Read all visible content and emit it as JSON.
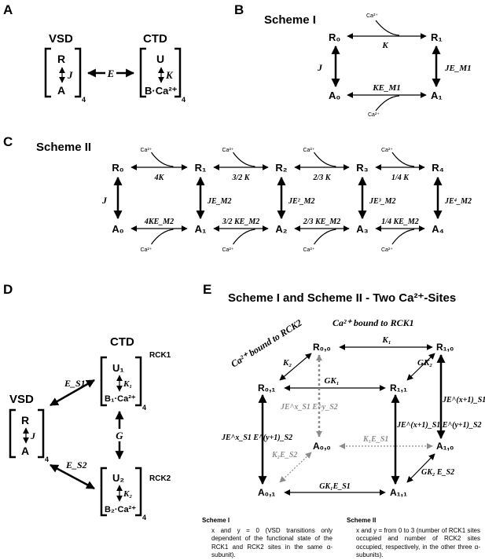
{
  "panels": [
    "A",
    "B",
    "C",
    "D",
    "E"
  ],
  "panel_a": {
    "vsd_title": "VSD",
    "ctd_title": "CTD",
    "vsd_top": "R",
    "vsd_bottom": "A",
    "vsd_const": "J",
    "vsd_sub": "4",
    "ctd_top": "U",
    "ctd_bottom": "B·Ca²⁺",
    "ctd_const": "K",
    "ctd_sub": "4",
    "coupling": "E"
  },
  "scheme1": {
    "title": "Scheme I",
    "r0": "R₀",
    "r1": "R₁",
    "a0": "A₀",
    "a1": "A₁",
    "ca_top": "Ca²⁺",
    "ca_bottom": "Ca²⁺",
    "k_top": "K",
    "k_bottom": "KE_M1",
    "j_left": "J",
    "j_right": "JE_M1"
  },
  "scheme2": {
    "title": "Scheme II",
    "r_states": [
      "R₀",
      "R₁",
      "R₂",
      "R₃",
      "R₄"
    ],
    "a_states": [
      "A₀",
      "A₁",
      "A₂",
      "A₃",
      "A₄"
    ],
    "top_labels": [
      "4K",
      "3/2 K",
      "2/3 K",
      "1/4 K"
    ],
    "bottom_labels": [
      "4KE_M2",
      "3/2 KE_M2",
      "2/3 KE_M2",
      "1/4 KE_M2"
    ],
    "vertical_labels": [
      "J",
      "JE_M2",
      "JE²_M2",
      "JE³_M2",
      "JE⁴_M2"
    ],
    "ca": "Ca²⁺"
  },
  "panel_d": {
    "ctd_title": "CTD",
    "vsd_title": "VSD",
    "rck1": "RCK1",
    "rck2": "RCK2",
    "u1": "U₁",
    "b1": "B₁·Ca²⁺",
    "k1": "K₁",
    "u2": "U₂",
    "b2": "B₂·Ca²⁺",
    "k2": "K₂",
    "r": "R",
    "a": "A",
    "j": "J",
    "sub": "4",
    "es1": "E_S1",
    "es2": "E_S2",
    "g": "G"
  },
  "panel_e": {
    "title": "Scheme I and Scheme II - Two Ca²⁺-Sites",
    "rck1_label": "Ca²⁺ bound to RCK1",
    "rck2_label": "Ca²⁺ bound to RCK2",
    "states": {
      "r00": "R₀,₀",
      "r10": "R₁,₀",
      "r01": "R₀,₁",
      "r11": "R₁,₁",
      "a00": "A₀,₀",
      "a10": "A₁,₀",
      "a01": "A₀,₁",
      "a11": "A₁,₁"
    },
    "labels": {
      "k1": "K₁",
      "gk1": "GK₁",
      "k2": "K₂",
      "gk2": "GK₂",
      "k2es2": "K₂E_S2",
      "gk2es2": "GK₂ E_S2",
      "k1es1": "K₁E_S1",
      "gk1es1": "GK₁E_S1",
      "v_front_left": "JE^x_S1 E^(y+1)_S2",
      "v_front_right": "JE^(x+1)_S1 E^(y+1)_S2",
      "v_back_left": "JE^x_S1 E^y_S2",
      "v_back_right": "JE^(x+1)_S1 E^y_S2"
    }
  },
  "notes": {
    "scheme1_title": "Scheme I",
    "scheme1_text": "x and y = 0 (VSD transitions only dependent of the functional state of the RCK1 and RCK2 sites in the same α-subunit).",
    "scheme2_title": "Scheme II",
    "scheme2_text": "x and y = from 0 to 3 (number of RCK1 sites occupied and number of RCK2 sites occupied, respectively, in the other three α-subunits)."
  },
  "colors": {
    "ink": "#000000",
    "dashed": "#8c8c8c"
  }
}
